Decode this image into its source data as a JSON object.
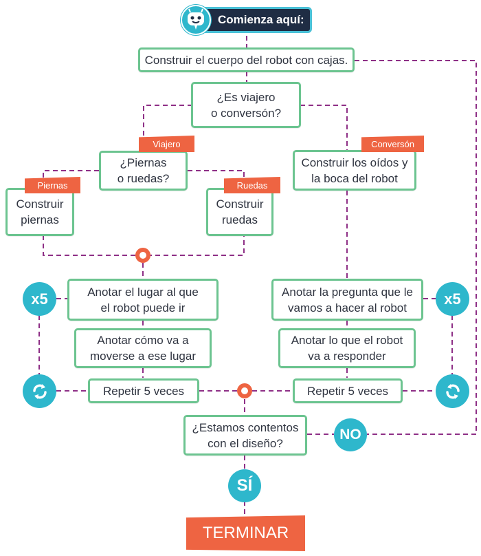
{
  "start": {
    "label": "Comienza aquí:",
    "icon": "robot-icon"
  },
  "steps": {
    "build_body": "Construir el cuerpo del robot con cajas.",
    "traveler_or_talker": "¿Es viajero\no conversón?",
    "legs_or_wheels": "¿Piernas\no ruedas?",
    "build_legs": "Construir\npiernas",
    "build_wheels": "Construir\nruedas",
    "build_ears_mouth": "Construir los oídos y\nla boca del robot",
    "note_place": "Anotar el lugar al que\nel robot puede ir",
    "note_move": "Anotar cómo va a\nmoverse a ese lugar",
    "repeat_left": "Repetir 5 veces",
    "note_question": "Anotar la pregunta que le\nvamos a hacer al robot",
    "note_answer": "Anotar lo que el robot\nva a responder",
    "repeat_right": "Repetir 5 veces",
    "happy_with_design": "¿Estamos contentos\ncon el diseño?"
  },
  "tags": {
    "viajero": "Viajero",
    "conversor": "Conversón",
    "piernas": "Piernas",
    "ruedas": "Ruedas"
  },
  "badges": {
    "x5_left": "x5",
    "x5_right": "x5",
    "no": "NO",
    "yes": "SÍ"
  },
  "end": {
    "label": "TERMINAR"
  },
  "colors": {
    "box_border": "#6cc490",
    "connector": "#8e2f86",
    "tag": "#ee6442",
    "badge": "#2eb7cc",
    "start_bg": "#1f2d44"
  }
}
